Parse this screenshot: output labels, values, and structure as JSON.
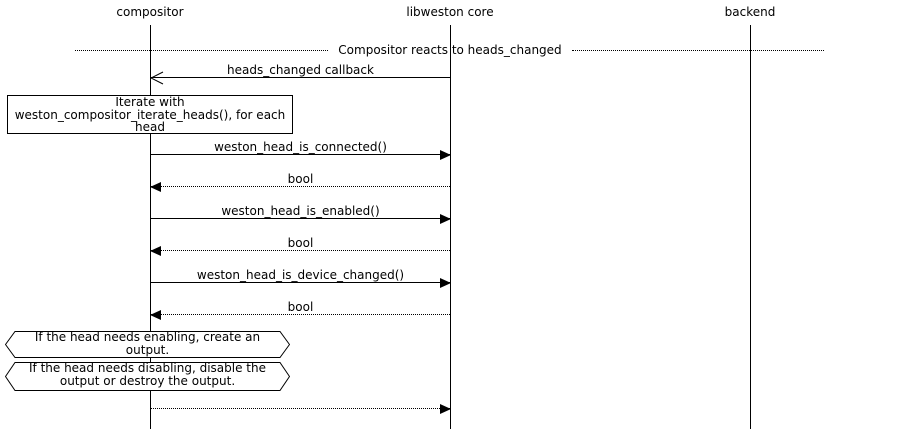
{
  "diagram_type": "uml-sequence",
  "colors": {
    "foreground": "#000000",
    "background": "#ffffff"
  },
  "participants": [
    {
      "label": "compositor"
    },
    {
      "label": "libweston core"
    },
    {
      "label": "backend"
    }
  ],
  "divider": {
    "label": "Compositor reacts to heads_changed"
  },
  "note": {
    "text": "Iterate with weston_compositor_iterate_heads(), for each head"
  },
  "messages": [
    {
      "label": "heads_changed callback",
      "from": "libweston core",
      "to": "compositor",
      "line": "solid",
      "arrowhead": "open"
    },
    {
      "label": "weston_head_is_connected()",
      "from": "compositor",
      "to": "libweston core",
      "line": "solid",
      "arrowhead": "filled"
    },
    {
      "label": "bool",
      "from": "libweston core",
      "to": "compositor",
      "line": "dotted",
      "arrowhead": "filled"
    },
    {
      "label": "weston_head_is_enabled()",
      "from": "compositor",
      "to": "libweston core",
      "line": "solid",
      "arrowhead": "filled"
    },
    {
      "label": "bool",
      "from": "libweston core",
      "to": "compositor",
      "line": "dotted",
      "arrowhead": "filled"
    },
    {
      "label": "weston_head_is_device_changed()",
      "from": "compositor",
      "to": "libweston core",
      "line": "solid",
      "arrowhead": "filled"
    },
    {
      "label": "bool",
      "from": "libweston core",
      "to": "compositor",
      "line": "dotted",
      "arrowhead": "filled"
    },
    {
      "label": "",
      "from": "compositor",
      "to": "libweston core",
      "line": "dotted",
      "arrowhead": "filled"
    }
  ],
  "hex_notes": [
    {
      "text": "If the head needs enabling, create an output."
    },
    {
      "text": "If the head needs disabling, disable the output or destroy the output."
    }
  ]
}
